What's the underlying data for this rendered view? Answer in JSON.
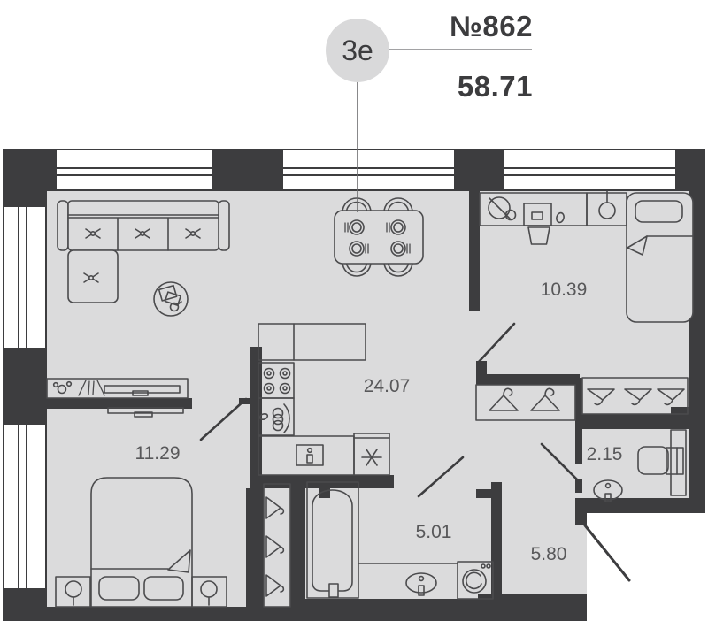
{
  "header": {
    "unit_type": "3е",
    "unit_number": "№862",
    "area": "58.71"
  },
  "rooms": [
    {
      "id": "living-kitchen",
      "label": "24.07"
    },
    {
      "id": "bedroom-1",
      "label": "10.39"
    },
    {
      "id": "bedroom-2",
      "label": "11.29"
    },
    {
      "id": "bathroom",
      "label": "5.01"
    },
    {
      "id": "wc",
      "label": "2.15"
    },
    {
      "id": "hallway",
      "label": "5.80"
    }
  ],
  "icons": {
    "sofa": "corner-sofa-top-view",
    "coffee-table": "round-table-with-decor",
    "dining-table": "table-4-chairs-plates",
    "stove": "4-burner-hob",
    "kitchen-sink": "sink-with-faucet",
    "dishwasher": "appliance-box",
    "star": "✳",
    "bathtub": "bathtub-top-view",
    "washing-machine": "front-load-washer",
    "wash-sink": "oval-basin",
    "toilet": "wall-hung-toilet",
    "bed-double": "double-bed-two-pillows",
    "bed-single": "single-bed-pillow",
    "desk": "desk-lamp-laptop-mouse",
    "pendant-lamp": "ceiling-lamp",
    "tv": "flat-tv-on-wall",
    "sideboard": "dresser-with-decor",
    "hanger": "clothes-hanger"
  },
  "colors": {
    "wall": "#3d3d3f",
    "floor": "#dbdbdc",
    "window": "#ffffff",
    "badge": "#d9d9da",
    "header_text": "#3c3c3e",
    "room_label": "#58585a"
  }
}
